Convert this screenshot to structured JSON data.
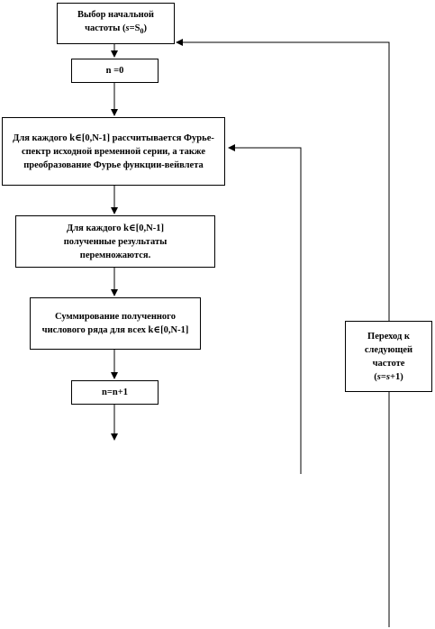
{
  "boxes": {
    "start_freq": {
      "line1": "Выбор начальной",
      "line2_prefix": "частоты (",
      "line2_var": "s",
      "line2_eq": "=S",
      "line2_sub": "0",
      "line2_suffix": ")"
    },
    "n_init": {
      "text": "n =0"
    },
    "fourier": {
      "text": "Для каждого k∈[0,N-1] рассчитывается Фурье-спектр исходной временной серии, а также преобразование Фурье функции-вейвлета"
    },
    "multiply": {
      "text": "Для каждого k∈[0,N-1] полученные результаты перемножаются."
    },
    "sum": {
      "text": "Суммирование полученного числового ряда для всех k∈[0,N-1]"
    },
    "n_inc": {
      "text": "n=n+1"
    },
    "next_freq": {
      "line1": "Переход к следующей частоте",
      "line2_prefix": "(",
      "line2_var": "s",
      "line2_eq": "=",
      "line2_var2": "s",
      "line2_suffix": "+1)"
    }
  }
}
